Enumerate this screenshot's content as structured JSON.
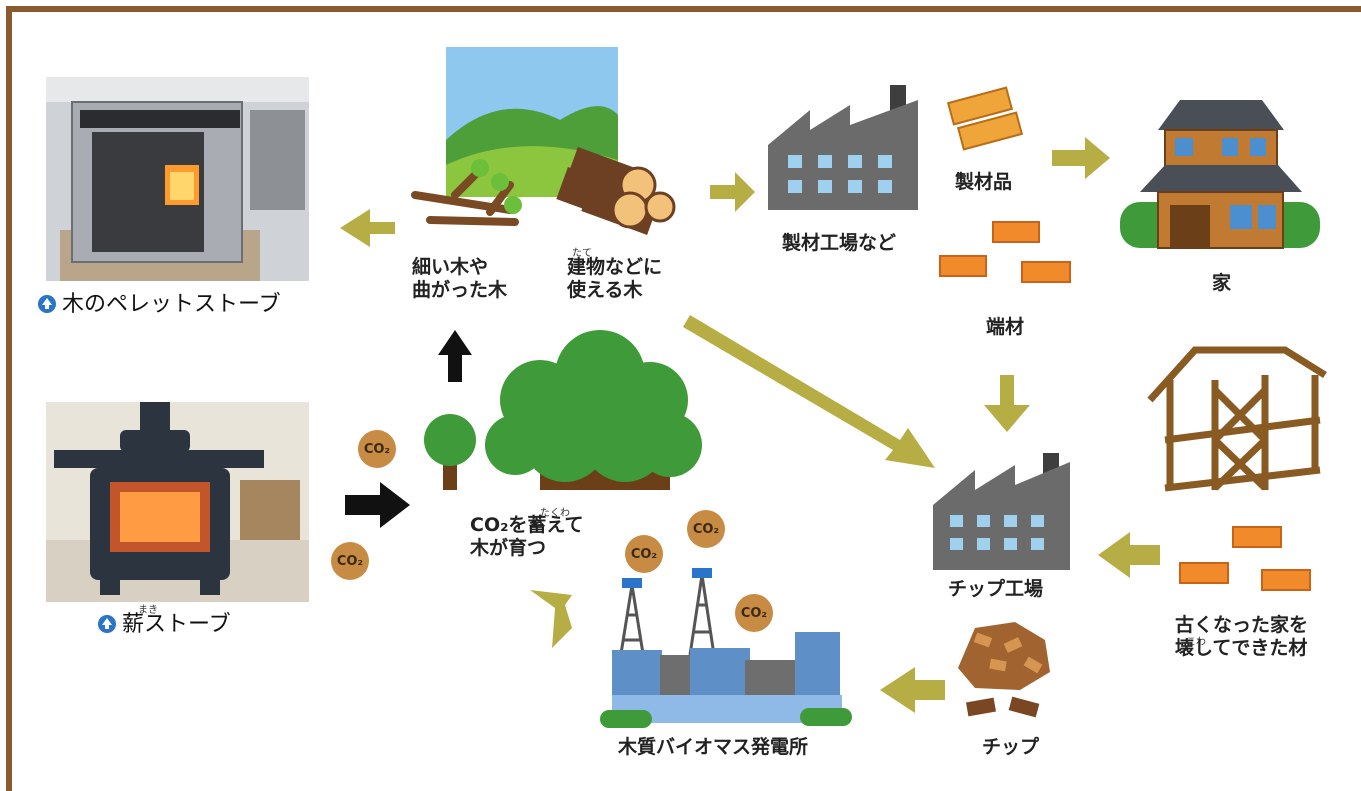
{
  "labels": {
    "pellet_stove": "木のペレットストーブ",
    "wood_stove": "薪ストーブ",
    "wood_stove_ruby": "まき",
    "thin_wood_line1": "細い木や",
    "thin_wood_line2": "曲がった木",
    "building_wood_ruby": "たて",
    "building_wood_line1": "建物などに",
    "building_wood_line2": "使える木",
    "sawmill": "製材工場など",
    "lumber": "製材品",
    "offcuts": "端材",
    "house": "家",
    "chip_factory": "チップ工場",
    "chips": "チップ",
    "old_house_ruby": "こわ",
    "old_house_line1": "古くなった家を",
    "old_house_line2": "壊してできた材",
    "power_plant": "木質バイオマス発電所",
    "co2_store_ruby": "たくわ",
    "co2_store_line1": "CO₂を蓄えて",
    "co2_store_line2": "木が育つ",
    "co2_bubble": "CO₂"
  },
  "icons": [
    "up-arrow-circle-icon",
    "factory-icon",
    "house-icon",
    "tree-icon",
    "log-icon",
    "power-plant-icon"
  ],
  "colors": {
    "frame": "#8a5a2f",
    "arrow_olive": "#b7ad45",
    "arrow_black": "#111111",
    "co2_bubble": "#c78b43",
    "factory": "#6b6b6b",
    "window": "#9fd0ee",
    "forest": "#3f9a3a",
    "orange_wood": "#f08a2a"
  }
}
